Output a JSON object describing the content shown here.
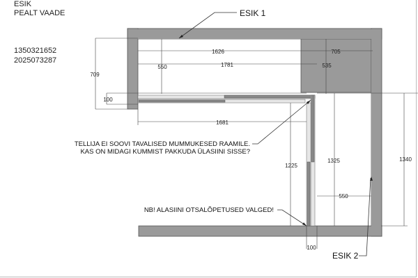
{
  "header": {
    "title": "ESIK",
    "subtitle": "PEALT VAADE",
    "codes": [
      "1350321652",
      "2025073287"
    ]
  },
  "labels": {
    "esik1": "ESIK 1",
    "esik2": "ESIK 2"
  },
  "notes": {
    "note1_line1": "TELLIJA EI SOOVI TAVALISED MUMMUKESED RAAMILE.",
    "note1_line2": "KAS ON MIDAGI KUMMIST PAKKUDA ÜLASIINI SISSE?",
    "note2": "NB! ALASIINI OTSALÕPETUSED VALGED!"
  },
  "dimensions": {
    "d1626": "1626",
    "d705": "705",
    "d1781": "1781",
    "d550_top": "550",
    "d535": "535",
    "d709": "709",
    "d100_left": "100",
    "d1681": "1681",
    "d1225": "1225",
    "d1325": "1325",
    "d1340": "1340",
    "d550_right": "550",
    "d100_bottom": "100"
  },
  "colors": {
    "wall": "#9a9a9a",
    "glass": "#e6e6e6"
  }
}
